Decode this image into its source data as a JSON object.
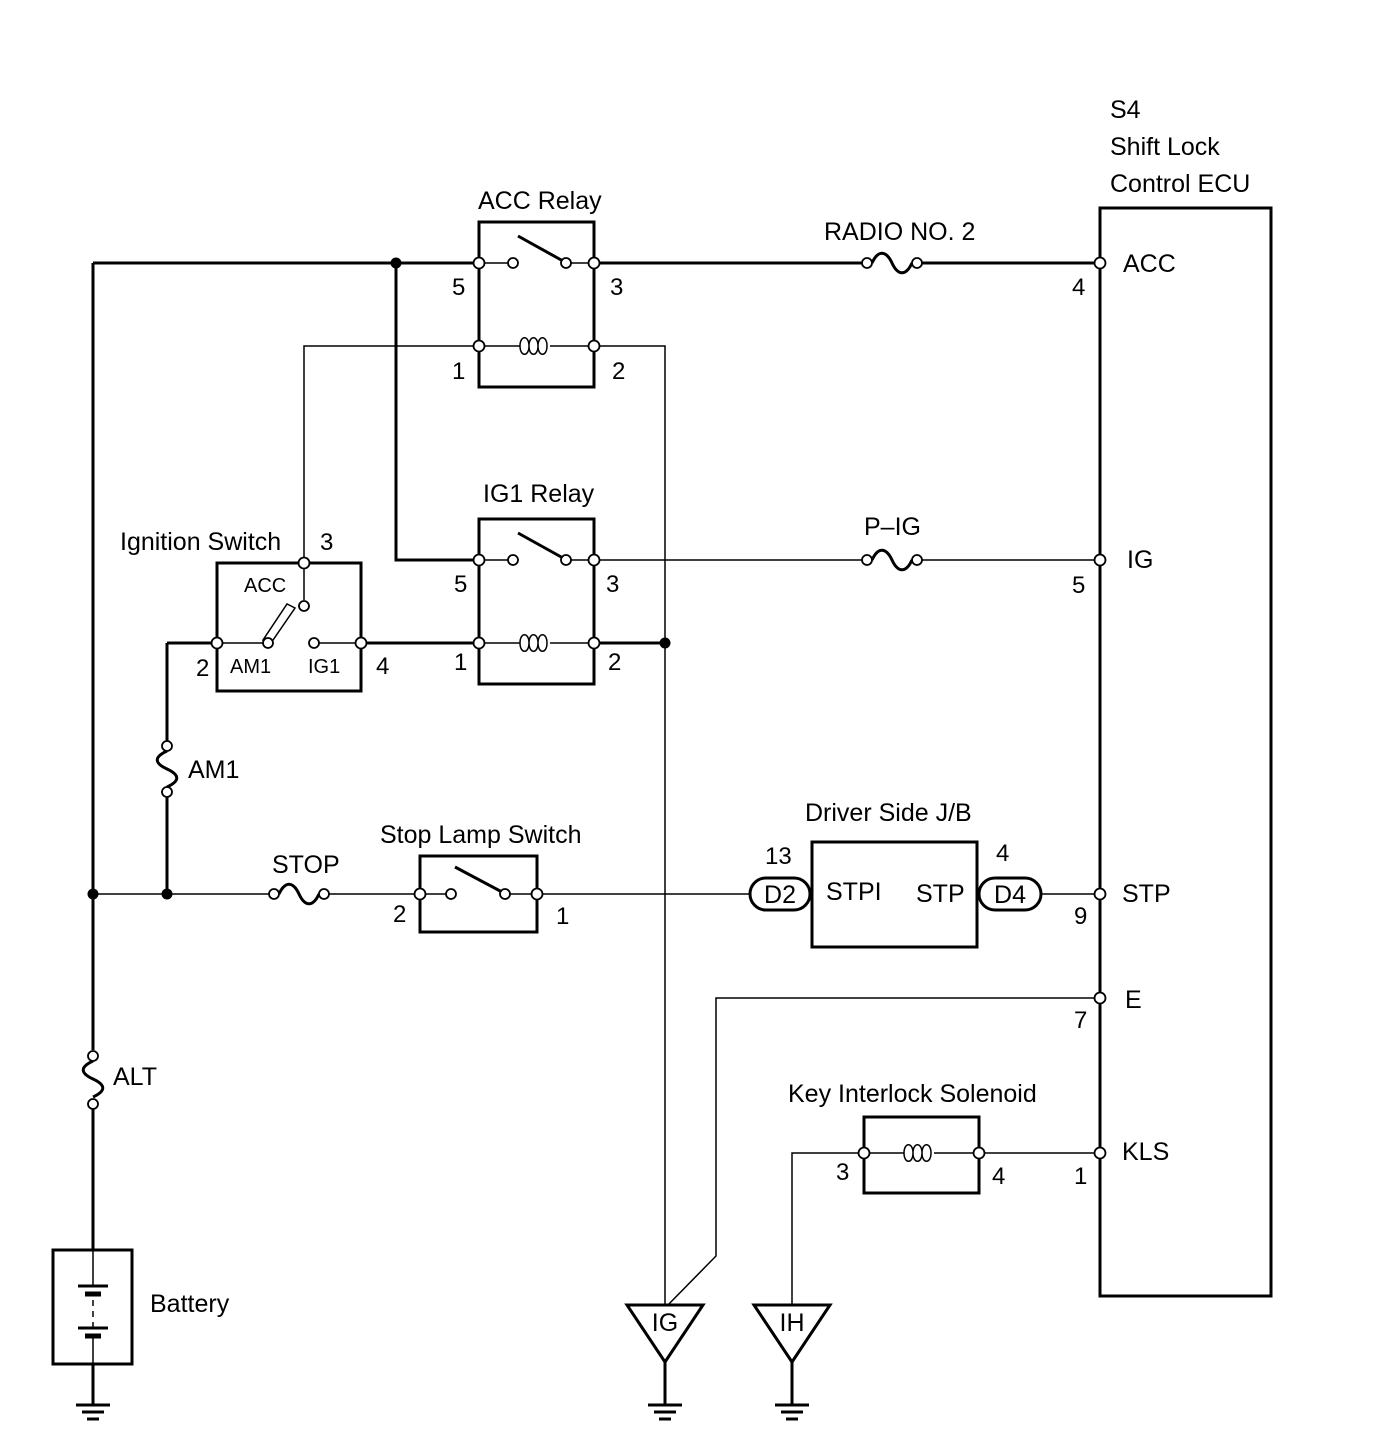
{
  "ecu": {
    "code": "S4",
    "name_line1": "Shift Lock",
    "name_line2": "Control ECU",
    "terminals": [
      {
        "label": "ACC",
        "pin": "4"
      },
      {
        "label": "IG",
        "pin": "5"
      },
      {
        "label": "STP",
        "pin": "9"
      },
      {
        "label": "E",
        "pin": "7"
      },
      {
        "label": "KLS",
        "pin": "1"
      }
    ]
  },
  "acc_relay": {
    "title": "ACC Relay",
    "pins": [
      "5",
      "3",
      "1",
      "2"
    ]
  },
  "ig1_relay": {
    "title": "IG1 Relay",
    "pins": [
      "5",
      "3",
      "1",
      "2"
    ]
  },
  "ignition_switch": {
    "title": "Ignition Switch",
    "pin_top": "3",
    "pin_left": "2",
    "pin_right": "4",
    "contact_acc": "ACC",
    "contact_am1": "AM1",
    "contact_ig1": "IG1"
  },
  "fuses": {
    "radio": "RADIO NO. 2",
    "pig": "P–IG",
    "am1": "AM1",
    "stop": "STOP",
    "alt": "ALT"
  },
  "stop_lamp_switch": {
    "title": "Stop Lamp Switch",
    "pin_left": "2",
    "pin_right": "1"
  },
  "junction_block": {
    "title": "Driver Side J/B",
    "pin_left": "13",
    "pin_right": "4",
    "connector_left": "D2",
    "connector_right": "D4",
    "label_left": "STPI",
    "label_right": "STP"
  },
  "solenoid": {
    "title": "Key Interlock Solenoid",
    "pin_left": "3",
    "pin_right": "4"
  },
  "battery": {
    "label": "Battery"
  },
  "grounds": {
    "ig": "IG",
    "ih": "IH"
  }
}
